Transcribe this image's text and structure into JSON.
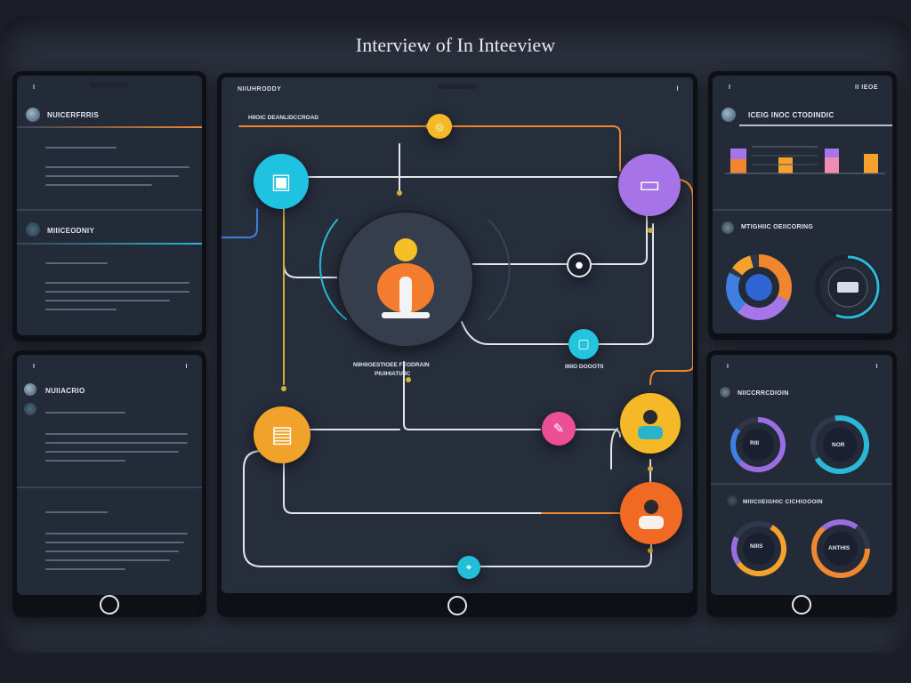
{
  "title": "Interview of In Inteeview",
  "colors": {
    "accent_orange": "#f0862e",
    "accent_cyan": "#2ab8d6",
    "accent_purple": "#9a6ee0",
    "accent_blue": "#3f7fe0",
    "accent_pink": "#e45ea8"
  },
  "left_top": {
    "status": "I ",
    "section1": "NUICERFRRIS",
    "section2": "MIIICEODNIY"
  },
  "left_bottom": {
    "status_left": "I",
    "status_right": "I ",
    "section1": "NUIIACRIO"
  },
  "center": {
    "status_left": "NIIUHRODDY",
    "status_right": "l",
    "header": "HIIOIC DEANLIDCCROAD",
    "center_label_line1": "NIIHIIOESTIOEE FEODRAIN",
    "center_label_line2": "PIUIHIATIAIC",
    "side_label": "IIIIIO DOOOTII",
    "icons": {
      "top_node": "coin-icon",
      "monitor": "monitor-icon",
      "book": "book-icon",
      "microphone": "microphone-icon",
      "document": "document-icon",
      "note": "note-icon",
      "chat": "chat-icon",
      "person1": "person-icon",
      "person2": "person-icon",
      "eye": "eye-icon",
      "bottom": "bottom-node-icon"
    }
  },
  "right_top": {
    "status_left": "I",
    "status_right": "II  IEOE",
    "section1": "ICEIG  INOC CTODINDIC",
    "section2": "MTIGHIIC  OEIICORING"
  },
  "right_bottom": {
    "status_left": "I",
    "status_right": "I",
    "section1": "NIICCRRCDIOIN",
    "section2": "MIIICIIEIGHIC CICHIOOOIN",
    "donut_labels": [
      "RIII",
      "NOR",
      "NIIIS",
      "ANTHIS"
    ]
  }
}
